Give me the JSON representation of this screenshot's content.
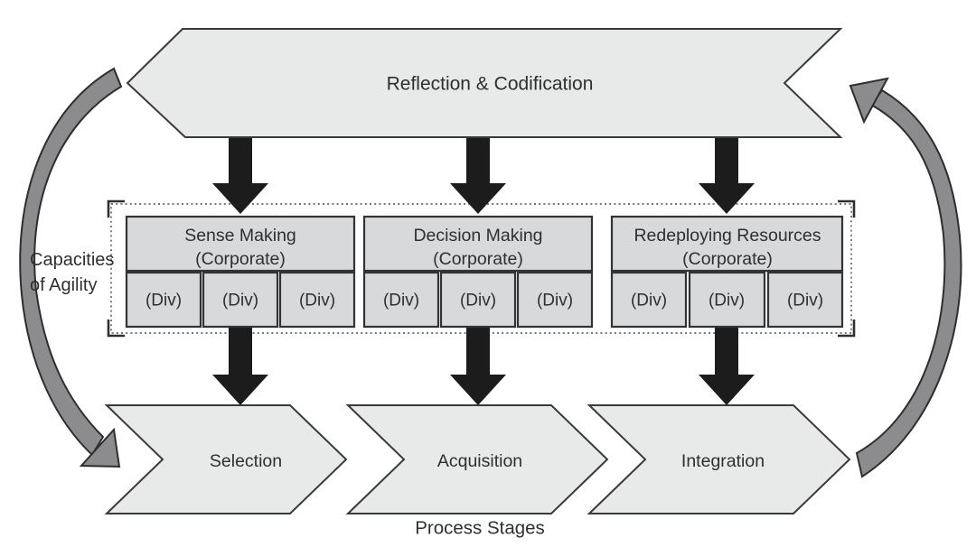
{
  "diagram": {
    "banner": {
      "label": "Reflection & Codification"
    },
    "side_label": {
      "line1": "Capacities",
      "line2": "of Agility"
    },
    "groups": [
      {
        "title": "Sense Making",
        "subtitle": "(Corporate)",
        "divs": [
          "(Div)",
          "(Div)",
          "(Div)"
        ]
      },
      {
        "title": "Decision Making",
        "subtitle": "(Corporate)",
        "divs": [
          "(Div)",
          "(Div)",
          "(Div)"
        ]
      },
      {
        "title": "Redeploying Resources",
        "subtitle": "(Corporate)",
        "divs": [
          "(Div)",
          "(Div)",
          "(Div)"
        ]
      }
    ],
    "stages": [
      {
        "label": "Selection"
      },
      {
        "label": "Acquisition"
      },
      {
        "label": "Integration"
      }
    ],
    "bottom_label": "Process Stages",
    "colors": {
      "shape_fill": "#e8e9e9",
      "group_fill": "#d8d9da",
      "outline": "#3a3a3c",
      "black_arrow": "#1c1c1c",
      "gray_arrow_fill": "#8c8c8e",
      "gray_arrow_outline": "#2e2e2e"
    }
  }
}
